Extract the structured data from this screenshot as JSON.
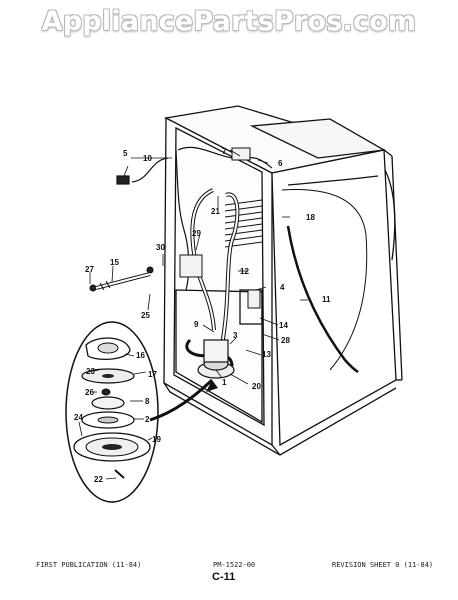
{
  "watermark": "AppliancePartsPros.com",
  "footer": {
    "left": "FIRST PUBLICATION (11-84)",
    "center": "PM-1522-00",
    "right": "REVISION SHEET 0 (11-84)",
    "page": "C-11"
  },
  "callouts": {
    "c1": "1",
    "c2": "2",
    "c3": "3",
    "c4": "4",
    "c5": "5",
    "c6": "6",
    "c7": "7",
    "c8": "8",
    "c9": "9",
    "c10": "10",
    "c11": "11",
    "c12": "12",
    "c13": "13",
    "c14": "14",
    "c15": "15",
    "c16": "16",
    "c17": "17",
    "c18": "18",
    "c19": "19",
    "c20": "20",
    "c21": "21",
    "c22": "22",
    "c23": "23",
    "c24": "24",
    "c25": "25",
    "c26": "26",
    "c27": "27",
    "c28": "28",
    "c29": "29",
    "c30": "30"
  }
}
